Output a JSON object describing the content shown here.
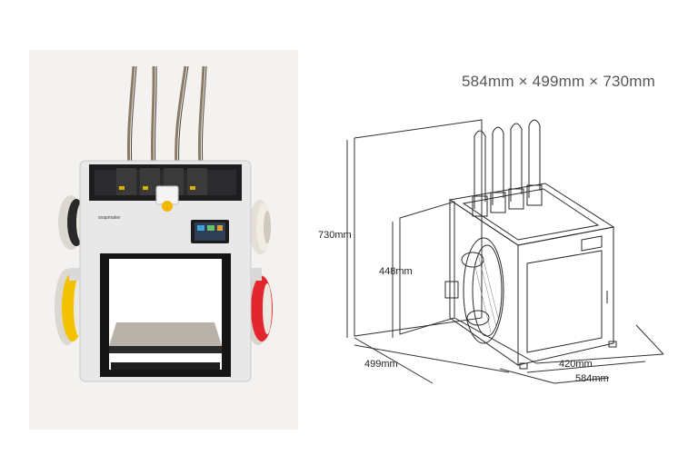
{
  "product_photo": {
    "brand_logo_text": "snapmaker"
  },
  "dimensions": {
    "title": "584mm × 499mm × 730mm",
    "height_label": "730mm",
    "bed_height_label": "448mm",
    "depth_label": "499mm",
    "front_width_label": "420mm",
    "total_width_label": "584mm"
  },
  "colors": {
    "printer_body": "#e8e8e8",
    "frame_dark": "#1d1d1f",
    "filament_yellow": "#f2c200",
    "filament_red": "#e3262d",
    "filament_white": "#f1ede4",
    "filament_black": "#2a2a2a",
    "line_art": "#333333"
  }
}
